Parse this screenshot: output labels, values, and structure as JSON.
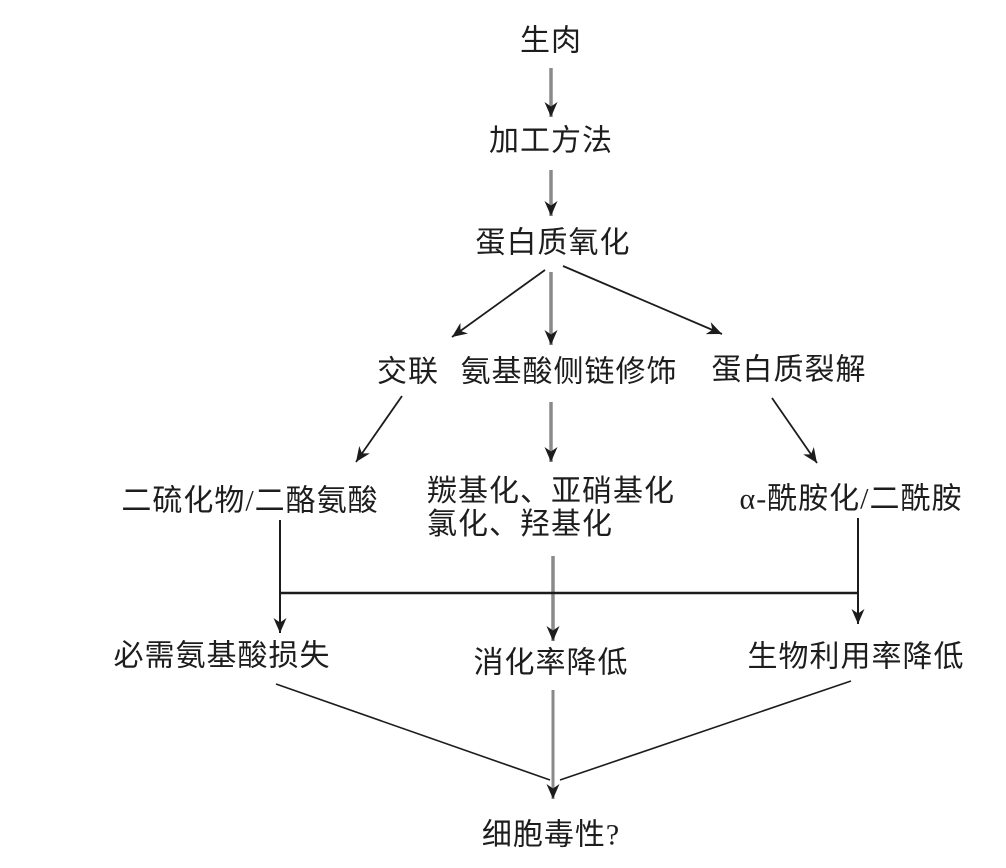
{
  "figure": {
    "background": "#ffffff",
    "text_color": "#1d1d1d",
    "edge_color": "#1c1c1c",
    "shaft_gray": "#8a8a8a",
    "nodes": {
      "raw_meat": "生肉",
      "processing_method": "加工方法",
      "protein_oxidation": "蛋白质氧化",
      "crosslinking": "交联",
      "side_chain_modification": "氨基酸侧链修饰",
      "protein_cleavage": "蛋白质裂解",
      "disulfide_dityrosine": "二硫化物/二酪氨酸",
      "modifications_line1": "羰基化、亚硝基化",
      "modifications_line2": "氯化、羟基化",
      "alpha_amidation": "α-酰胺化/二酰胺",
      "essential_aa_loss": "必需氨基酸损失",
      "digestibility_decrease": "消化率降低",
      "bioavailability_decrease": "生物利用率降低",
      "cytotoxicity": "细胞毒性?"
    },
    "edges": [
      {
        "from": "生肉",
        "to": "加工方法"
      },
      {
        "from": "加工方法",
        "to": "蛋白质氧化"
      },
      {
        "from": "蛋白质氧化",
        "to": "交联"
      },
      {
        "from": "蛋白质氧化",
        "to": "氨基酸侧链修饰"
      },
      {
        "from": "蛋白质氧化",
        "to": "蛋白质裂解"
      },
      {
        "from": "交联",
        "to": "二硫化物/二酪氨酸"
      },
      {
        "from": "氨基酸侧链修饰",
        "to": "羰基化、亚硝基化 氯化、羟基化"
      },
      {
        "from": "蛋白质裂解",
        "to": "α-酰胺化/二酰胺"
      },
      {
        "from": "二硫化物/二酪氨酸",
        "to": "必需氨基酸损失"
      },
      {
        "from": "羰基化、亚硝基化 氯化、羟基化",
        "to": "消化率降低"
      },
      {
        "from": "α-酰胺化/二酰胺",
        "to": "生物利用率降低"
      },
      {
        "from": "必需氨基酸损失",
        "to": "细胞毒性?"
      },
      {
        "from": "消化率降低",
        "to": "细胞毒性?"
      },
      {
        "from": "生物利用率降低",
        "to": "细胞毒性?"
      }
    ]
  }
}
